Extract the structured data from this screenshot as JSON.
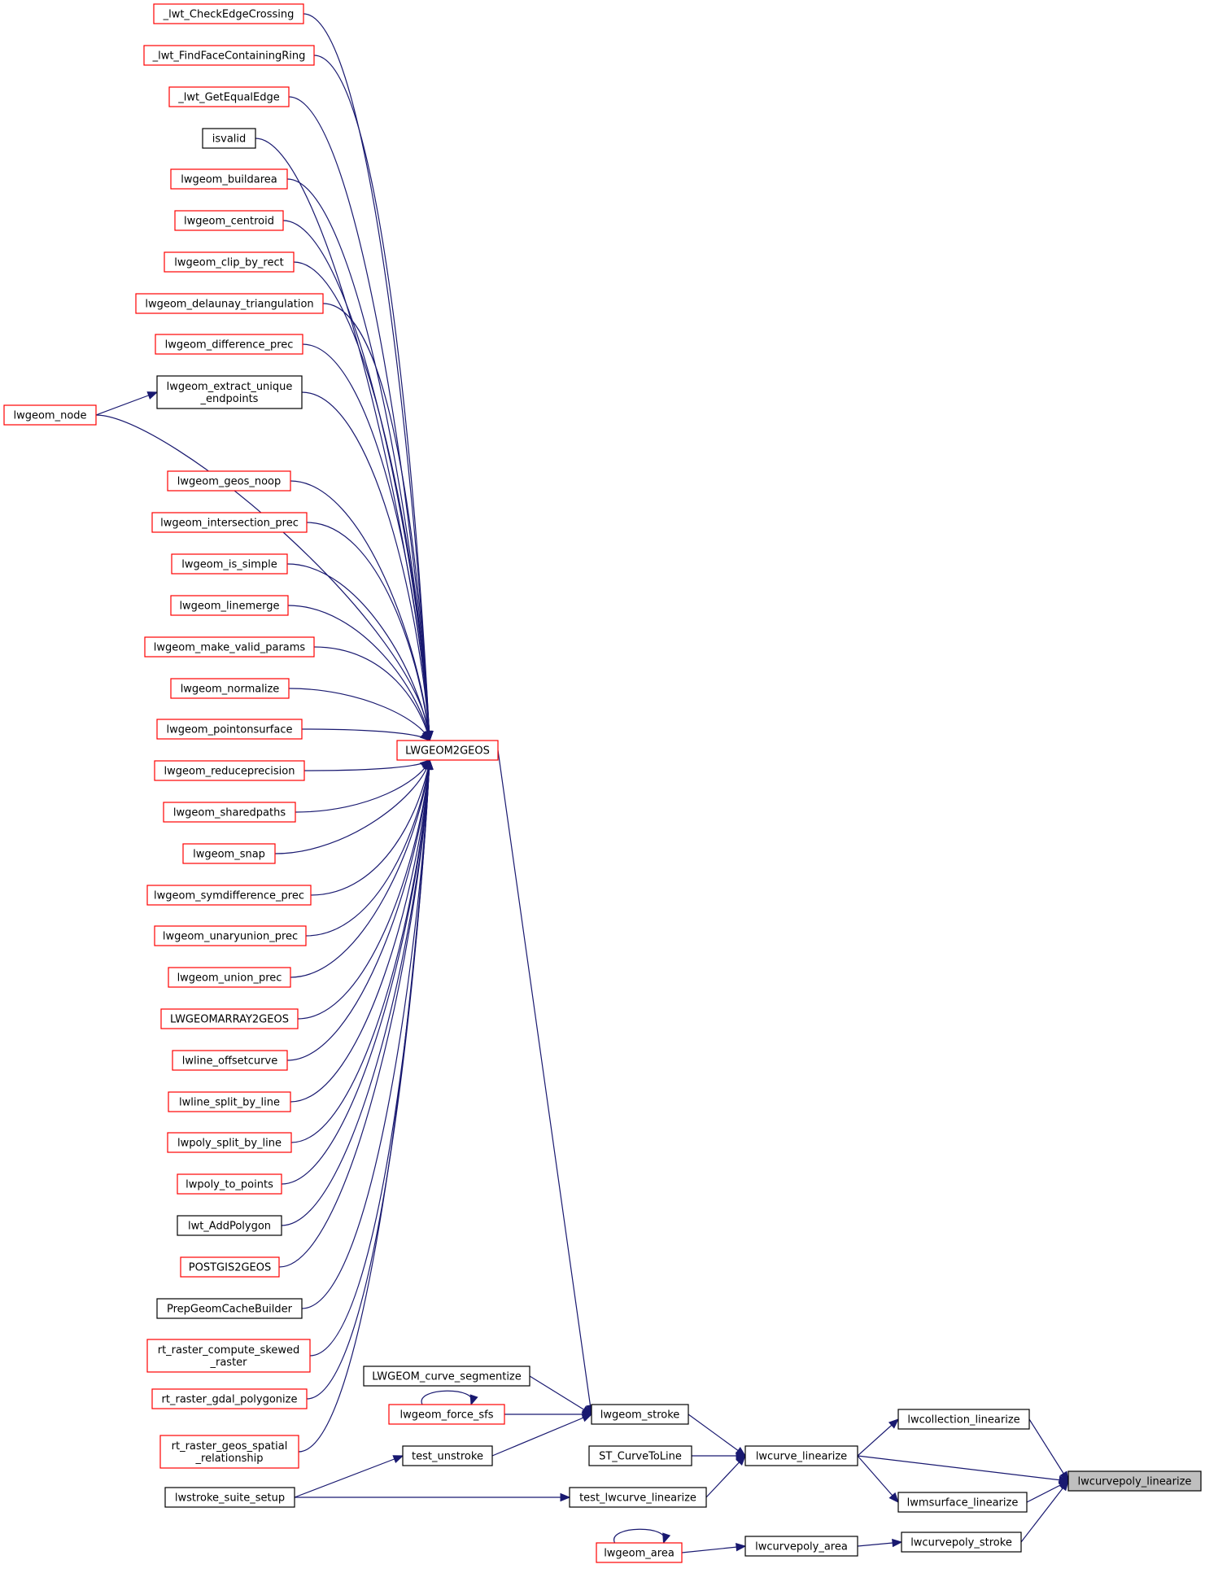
{
  "nodes": [
    {
      "id": "n_checkedge",
      "label": [
        "_lwt_CheckEdgeCrossing"
      ],
      "color": "red"
    },
    {
      "id": "n_findface",
      "label": [
        "_lwt_FindFaceContainingRing"
      ],
      "color": "red"
    },
    {
      "id": "n_getequal",
      "label": [
        "_lwt_GetEqualEdge"
      ],
      "color": "red"
    },
    {
      "id": "n_isvalid",
      "label": [
        "isvalid"
      ],
      "color": "black"
    },
    {
      "id": "n_buildarea",
      "label": [
        "lwgeom_buildarea"
      ],
      "color": "red"
    },
    {
      "id": "n_centroid",
      "label": [
        "lwgeom_centroid"
      ],
      "color": "red"
    },
    {
      "id": "n_clip",
      "label": [
        "lwgeom_clip_by_rect"
      ],
      "color": "red"
    },
    {
      "id": "n_delaunay",
      "label": [
        "lwgeom_delaunay_triangulation"
      ],
      "color": "red"
    },
    {
      "id": "n_diff",
      "label": [
        "lwgeom_difference_prec"
      ],
      "color": "red"
    },
    {
      "id": "n_extract",
      "label": [
        "lwgeom_extract_unique",
        "_endpoints"
      ],
      "color": "black"
    },
    {
      "id": "n_node",
      "label": [
        "lwgeom_node"
      ],
      "color": "red"
    },
    {
      "id": "n_noop",
      "label": [
        "lwgeom_geos_noop"
      ],
      "color": "red"
    },
    {
      "id": "n_inter",
      "label": [
        "lwgeom_intersection_prec"
      ],
      "color": "red"
    },
    {
      "id": "n_simple",
      "label": [
        "lwgeom_is_simple"
      ],
      "color": "red"
    },
    {
      "id": "n_linemerge",
      "label": [
        "lwgeom_linemerge"
      ],
      "color": "red"
    },
    {
      "id": "n_makevalid",
      "label": [
        "lwgeom_make_valid_params"
      ],
      "color": "red"
    },
    {
      "id": "n_normalize",
      "label": [
        "lwgeom_normalize"
      ],
      "color": "red"
    },
    {
      "id": "n_pos",
      "label": [
        "lwgeom_pointonsurface"
      ],
      "color": "red"
    },
    {
      "id": "n_reduce",
      "label": [
        "lwgeom_reduceprecision"
      ],
      "color": "red"
    },
    {
      "id": "n_shared",
      "label": [
        "lwgeom_sharedpaths"
      ],
      "color": "red"
    },
    {
      "id": "n_snap",
      "label": [
        "lwgeom_snap"
      ],
      "color": "red"
    },
    {
      "id": "n_symdiff",
      "label": [
        "lwgeom_symdifference_prec"
      ],
      "color": "red"
    },
    {
      "id": "n_unaryunion",
      "label": [
        "lwgeom_unaryunion_prec"
      ],
      "color": "red"
    },
    {
      "id": "n_union",
      "label": [
        "lwgeom_union_prec"
      ],
      "color": "red"
    },
    {
      "id": "n_array2geos",
      "label": [
        "LWGEOMARRAY2GEOS"
      ],
      "color": "red"
    },
    {
      "id": "n_offset",
      "label": [
        "lwline_offsetcurve"
      ],
      "color": "red"
    },
    {
      "id": "n_linesplit",
      "label": [
        "lwline_split_by_line"
      ],
      "color": "red"
    },
    {
      "id": "n_polysplit",
      "label": [
        "lwpoly_split_by_line"
      ],
      "color": "red"
    },
    {
      "id": "n_polypoints",
      "label": [
        "lwpoly_to_points"
      ],
      "color": "red"
    },
    {
      "id": "n_addpoly",
      "label": [
        "lwt_AddPolygon"
      ],
      "color": "black"
    },
    {
      "id": "n_pg2geos",
      "label": [
        "POSTGIS2GEOS"
      ],
      "color": "red"
    },
    {
      "id": "n_prepcache",
      "label": [
        "PrepGeomCacheBuilder"
      ],
      "color": "black"
    },
    {
      "id": "n_skewed",
      "label": [
        "rt_raster_compute_skewed",
        "_raster"
      ],
      "color": "red"
    },
    {
      "id": "n_polygonize",
      "label": [
        "rt_raster_gdal_polygonize"
      ],
      "color": "red"
    },
    {
      "id": "n_spatialrel",
      "label": [
        "rt_raster_geos_spatial",
        "_relationship"
      ],
      "color": "red"
    },
    {
      "id": "n_lwgeom2geos",
      "label": [
        "LWGEOM2GEOS"
      ],
      "color": "red"
    },
    {
      "id": "n_curveseg",
      "label": [
        "LWGEOM_curve_segmentize"
      ],
      "color": "black"
    },
    {
      "id": "n_forcesfs",
      "label": [
        "lwgeom_force_sfs"
      ],
      "color": "red"
    },
    {
      "id": "n_stroke",
      "label": [
        "lwgeom_stroke"
      ],
      "color": "black"
    },
    {
      "id": "n_unstroke",
      "label": [
        "test_unstroke"
      ],
      "color": "black"
    },
    {
      "id": "n_suite",
      "label": [
        "lwstroke_suite_setup"
      ],
      "color": "black"
    },
    {
      "id": "n_sttoline",
      "label": [
        "ST_CurveToLine"
      ],
      "color": "black"
    },
    {
      "id": "n_curvelin",
      "label": [
        "lwcurve_linearize"
      ],
      "color": "black"
    },
    {
      "id": "n_testcurvelin",
      "label": [
        "test_lwcurve_linearize"
      ],
      "color": "black"
    },
    {
      "id": "n_colllin",
      "label": [
        "lwcollection_linearize"
      ],
      "color": "black"
    },
    {
      "id": "n_msurflin",
      "label": [
        "lwmsurface_linearize"
      ],
      "color": "black"
    },
    {
      "id": "n_root",
      "label": [
        "lwcurvepoly_linearize"
      ],
      "color": "root"
    },
    {
      "id": "n_cpstroke",
      "label": [
        "lwcurvepoly_stroke"
      ],
      "color": "black"
    },
    {
      "id": "n_cparea",
      "label": [
        "lwcurvepoly_area"
      ],
      "color": "black"
    },
    {
      "id": "n_area",
      "label": [
        "lwgeom_area"
      ],
      "color": "red"
    }
  ],
  "edges": [
    [
      "n_lwgeom2geos",
      "n_checkedge"
    ],
    [
      "n_lwgeom2geos",
      "n_findface"
    ],
    [
      "n_lwgeom2geos",
      "n_getequal"
    ],
    [
      "n_lwgeom2geos",
      "n_isvalid"
    ],
    [
      "n_lwgeom2geos",
      "n_buildarea"
    ],
    [
      "n_lwgeom2geos",
      "n_centroid"
    ],
    [
      "n_lwgeom2geos",
      "n_clip"
    ],
    [
      "n_lwgeom2geos",
      "n_delaunay"
    ],
    [
      "n_lwgeom2geos",
      "n_diff"
    ],
    [
      "n_lwgeom2geos",
      "n_extract"
    ],
    [
      "n_lwgeom2geos",
      "n_node"
    ],
    [
      "n_extract",
      "n_node"
    ],
    [
      "n_lwgeom2geos",
      "n_noop"
    ],
    [
      "n_lwgeom2geos",
      "n_inter"
    ],
    [
      "n_lwgeom2geos",
      "n_simple"
    ],
    [
      "n_lwgeom2geos",
      "n_linemerge"
    ],
    [
      "n_lwgeom2geos",
      "n_makevalid"
    ],
    [
      "n_lwgeom2geos",
      "n_normalize"
    ],
    [
      "n_lwgeom2geos",
      "n_pos"
    ],
    [
      "n_lwgeom2geos",
      "n_reduce"
    ],
    [
      "n_lwgeom2geos",
      "n_shared"
    ],
    [
      "n_lwgeom2geos",
      "n_snap"
    ],
    [
      "n_lwgeom2geos",
      "n_symdiff"
    ],
    [
      "n_lwgeom2geos",
      "n_unaryunion"
    ],
    [
      "n_lwgeom2geos",
      "n_union"
    ],
    [
      "n_lwgeom2geos",
      "n_array2geos"
    ],
    [
      "n_lwgeom2geos",
      "n_offset"
    ],
    [
      "n_lwgeom2geos",
      "n_linesplit"
    ],
    [
      "n_lwgeom2geos",
      "n_polysplit"
    ],
    [
      "n_lwgeom2geos",
      "n_polypoints"
    ],
    [
      "n_lwgeom2geos",
      "n_addpoly"
    ],
    [
      "n_lwgeom2geos",
      "n_pg2geos"
    ],
    [
      "n_lwgeom2geos",
      "n_prepcache"
    ],
    [
      "n_lwgeom2geos",
      "n_skewed"
    ],
    [
      "n_lwgeom2geos",
      "n_polygonize"
    ],
    [
      "n_lwgeom2geos",
      "n_spatialrel"
    ],
    [
      "n_stroke",
      "n_lwgeom2geos"
    ],
    [
      "n_stroke",
      "n_curveseg"
    ],
    [
      "n_stroke",
      "n_forcesfs"
    ],
    [
      "n_forcesfs",
      "n_forcesfs"
    ],
    [
      "n_stroke",
      "n_unstroke"
    ],
    [
      "n_unstroke",
      "n_suite"
    ],
    [
      "n_testcurvelin",
      "n_suite"
    ],
    [
      "n_curvelin",
      "n_stroke"
    ],
    [
      "n_curvelin",
      "n_sttoline"
    ],
    [
      "n_curvelin",
      "n_testcurvelin"
    ],
    [
      "n_colllin",
      "n_curvelin"
    ],
    [
      "n_msurflin",
      "n_curvelin"
    ],
    [
      "n_root",
      "n_colllin"
    ],
    [
      "n_root",
      "n_curvelin"
    ],
    [
      "n_root",
      "n_msurflin"
    ],
    [
      "n_root",
      "n_cpstroke"
    ],
    [
      "n_cpstroke",
      "n_cparea"
    ],
    [
      "n_cparea",
      "n_area"
    ],
    [
      "n_area",
      "n_area"
    ]
  ]
}
